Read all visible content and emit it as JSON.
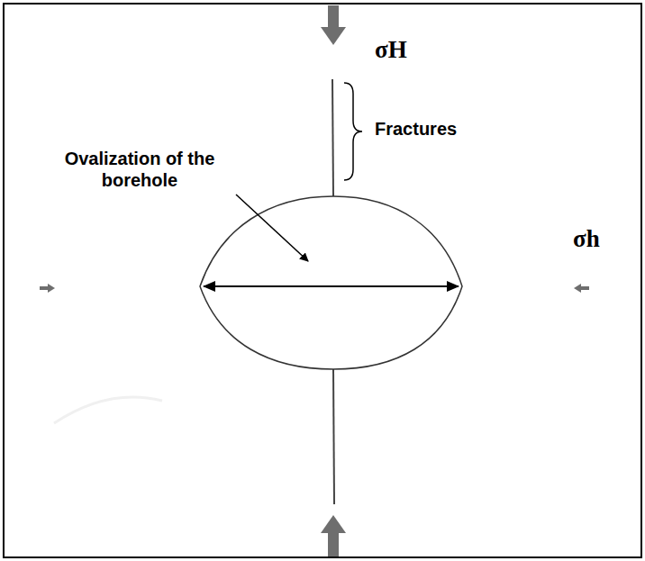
{
  "diagram": {
    "labels": [
      "σH",
      "Fractures",
      "Ovalization of the borehole",
      "σh"
    ]
  }
}
